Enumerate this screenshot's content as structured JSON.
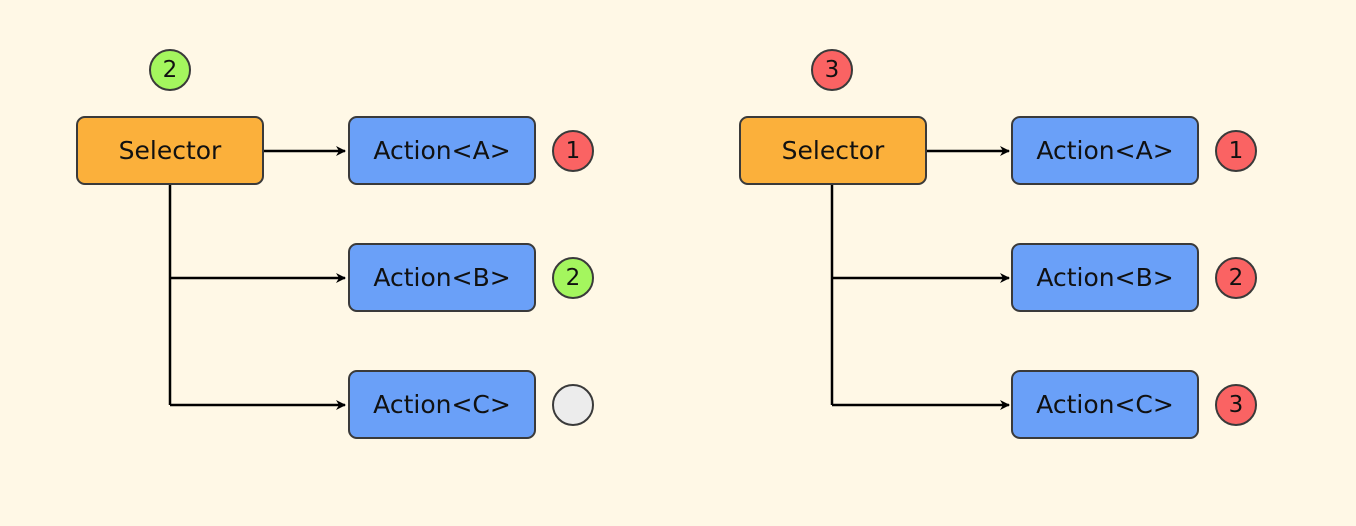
{
  "colors": {
    "background": "#fff8e6",
    "selector_fill": "#fbb03b",
    "action_fill": "#6aa0f8",
    "badge_success": "#a4f65e",
    "badge_failure": "#fa6363",
    "badge_not_run": "#ececec",
    "stroke": "#3a3a3a"
  },
  "left_tree": {
    "result_badge": "2",
    "selector_label": "Selector",
    "actions": [
      {
        "label": "Action<A>",
        "badge": "1"
      },
      {
        "label": "Action<B>",
        "badge": "2"
      },
      {
        "label": "Action<C>",
        "badge": ""
      }
    ]
  },
  "right_tree": {
    "result_badge": "3",
    "selector_label": "Selector",
    "actions": [
      {
        "label": "Action<A>",
        "badge": "1"
      },
      {
        "label": "Action<B>",
        "badge": "2"
      },
      {
        "label": "Action<C>",
        "badge": "3"
      }
    ]
  }
}
